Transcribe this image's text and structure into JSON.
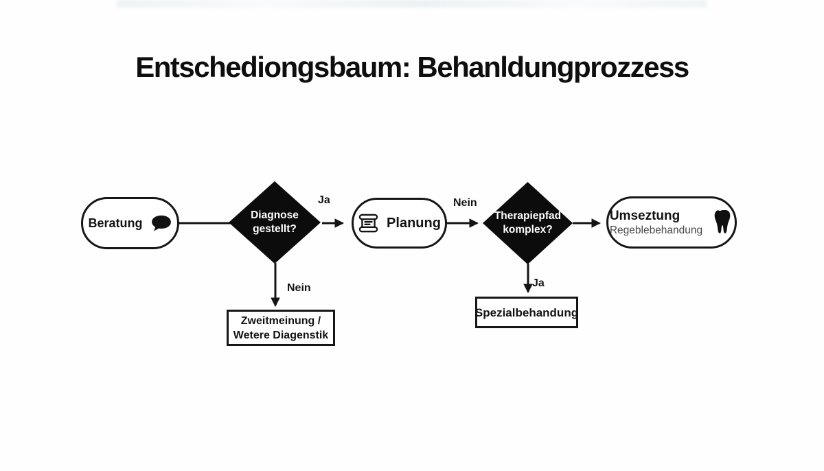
{
  "title": "Entschediongsbaum: Behanldungprozzess",
  "colors": {
    "background": "#fefefe",
    "line": "#141414",
    "node_fill": "#ffffff",
    "node_border": "#161616",
    "decision_fill": "#0c0c0c",
    "decision_text": "#ffffff",
    "text": "#131313",
    "subtitle_text": "#474747"
  },
  "nodes": {
    "beratung": {
      "label": "Beratung",
      "icon": "speech-bubble-icon"
    },
    "diagnose_gestellt": {
      "line1": "Diagnose",
      "line2": "gestellt?"
    },
    "planung": {
      "label": "Planung",
      "icon": "scroll-icon"
    },
    "therapiepfad_komplex": {
      "line1": "Therapiepfad",
      "line2": "komplex?"
    },
    "umsetzung": {
      "label": "Umseztung",
      "sublabel": "Regeblebehandung",
      "icon": "tooth-icon"
    },
    "zweitmeinung": {
      "line1": "Zweitmeinung /",
      "line2": "Wetere Diagenstik"
    },
    "spezialbehandlung": {
      "label": "Spezialbehandung"
    }
  },
  "edges": {
    "diagnose_to_planung_label": "Ja",
    "diagnose_to_zweitmeinung_label": "Nein",
    "planung_to_therapiepfad_label": "Nein",
    "therapiepfad_to_spezial_label": "Ja"
  }
}
